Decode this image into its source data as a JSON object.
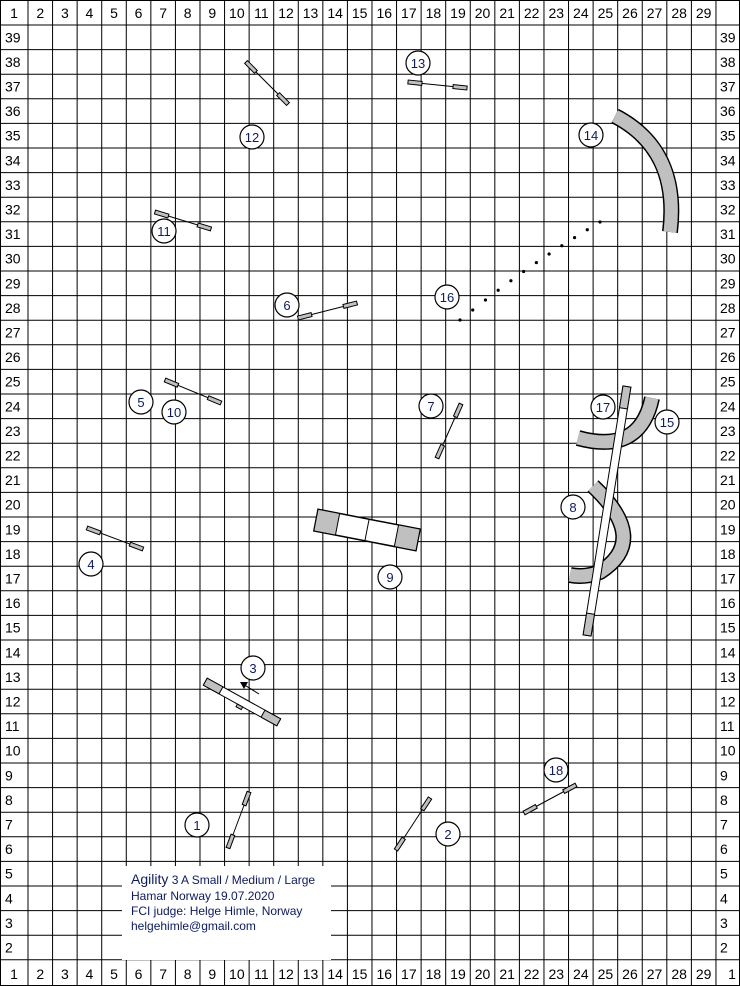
{
  "course": {
    "title": "Agility",
    "class": "3 A Small / Medium / Large",
    "location_date": "Hamar Norway 19.07.2020",
    "judge": "FCI judge: Helge Himle, Norway",
    "email": "helgehimle@gmail.com"
  },
  "grid": {
    "columns": [
      "1",
      "2",
      "3",
      "4",
      "5",
      "6",
      "7",
      "8",
      "9",
      "10",
      "11",
      "12",
      "13",
      "14",
      "15",
      "16",
      "17",
      "18",
      "19",
      "20",
      "21",
      "22",
      "23",
      "24",
      "25",
      "26",
      "27",
      "28",
      "29"
    ],
    "rows": [
      "39",
      "38",
      "37",
      "36",
      "35",
      "34",
      "33",
      "32",
      "31",
      "30",
      "29",
      "28",
      "27",
      "26",
      "25",
      "24",
      "23",
      "22",
      "21",
      "20",
      "19",
      "18",
      "17",
      "16",
      "15",
      "14",
      "13",
      "12",
      "11",
      "10",
      "9",
      "8",
      "7",
      "6",
      "5",
      "4",
      "3",
      "2",
      "1"
    ]
  },
  "obstacles": [
    {
      "number": "1",
      "type": "jump"
    },
    {
      "number": "2",
      "type": "jump"
    },
    {
      "number": "3",
      "type": "seesaw"
    },
    {
      "number": "4",
      "type": "jump"
    },
    {
      "number": "5",
      "type": "jump"
    },
    {
      "number": "6",
      "type": "jump"
    },
    {
      "number": "7",
      "type": "jump"
    },
    {
      "number": "8",
      "type": "tunnel"
    },
    {
      "number": "9",
      "type": "long-jump"
    },
    {
      "number": "10",
      "type": "jump"
    },
    {
      "number": "11",
      "type": "jump"
    },
    {
      "number": "12",
      "type": "jump"
    },
    {
      "number": "13",
      "type": "jump"
    },
    {
      "number": "14",
      "type": "tunnel"
    },
    {
      "number": "15",
      "type": "tunnel"
    },
    {
      "number": "16",
      "type": "weave-poles"
    },
    {
      "number": "17",
      "type": "dog-walk"
    },
    {
      "number": "18",
      "type": "jump"
    }
  ],
  "colors": {
    "obstacle_fill": "#c0c0c0",
    "number_text": "#0a1a6a",
    "grid": "#000000"
  }
}
